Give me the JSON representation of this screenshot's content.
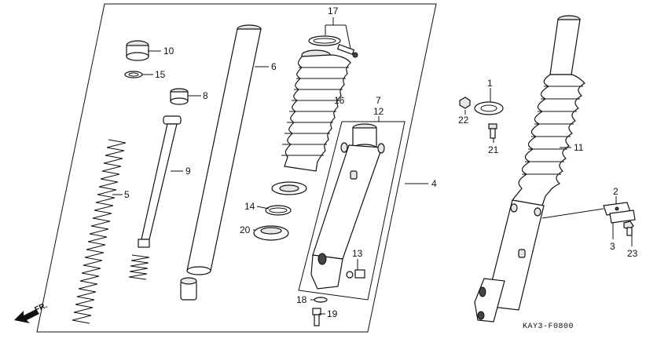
{
  "callouts": [
    {
      "id": "1",
      "text": "1"
    },
    {
      "id": "2",
      "text": "2"
    },
    {
      "id": "3",
      "text": "3"
    },
    {
      "id": "4",
      "text": "4"
    },
    {
      "id": "5",
      "text": "5"
    },
    {
      "id": "6",
      "text": "6"
    },
    {
      "id": "7",
      "text": "7"
    },
    {
      "id": "8",
      "text": "8"
    },
    {
      "id": "9",
      "text": "9"
    },
    {
      "id": "10",
      "text": "10"
    },
    {
      "id": "11",
      "text": "11"
    },
    {
      "id": "12",
      "text": "12"
    },
    {
      "id": "13",
      "text": "13"
    },
    {
      "id": "14",
      "text": "14"
    },
    {
      "id": "15",
      "text": "15"
    },
    {
      "id": "16",
      "text": "16"
    },
    {
      "id": "17",
      "text": "17"
    },
    {
      "id": "18",
      "text": "18"
    },
    {
      "id": "19",
      "text": "19"
    },
    {
      "id": "20",
      "text": "20"
    },
    {
      "id": "21",
      "text": "21"
    },
    {
      "id": "22",
      "text": "22"
    },
    {
      "id": "23",
      "text": "23"
    }
  ],
  "direction_label": "FR.",
  "diagram_code": "KAY3-F0800"
}
